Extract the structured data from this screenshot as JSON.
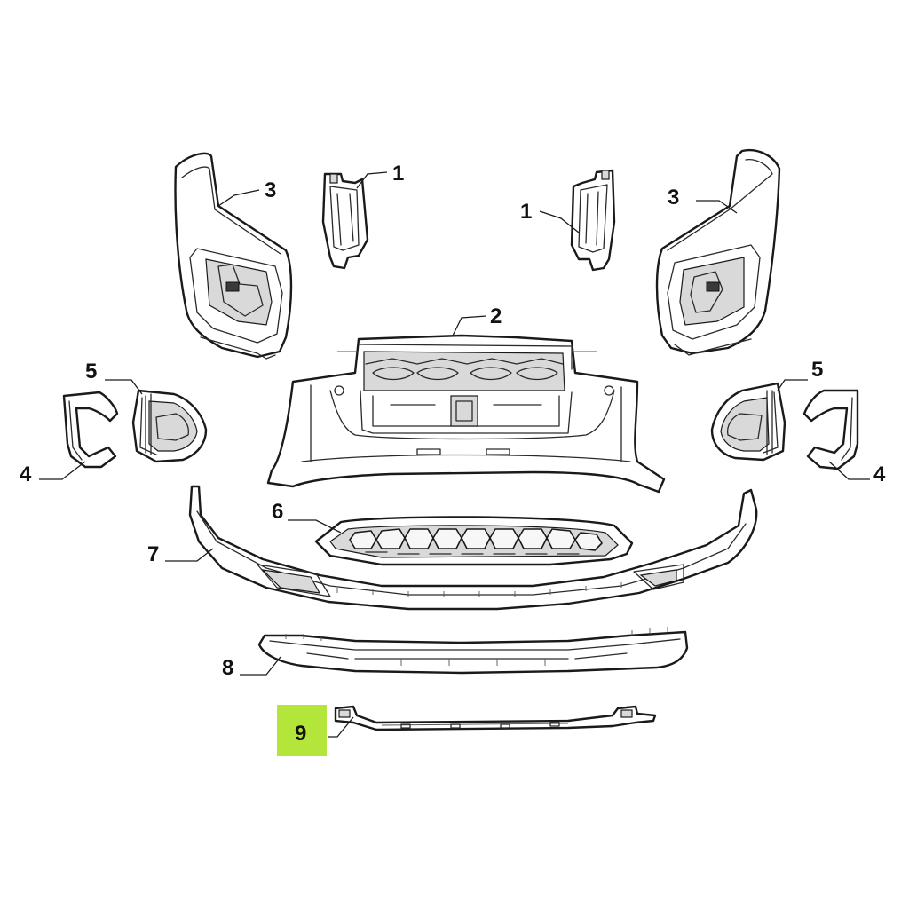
{
  "diagram": {
    "callouts": {
      "c1_left": "1",
      "c1_right": "1",
      "c2": "2",
      "c3_left": "3",
      "c3_right": "3",
      "c4_left": "4",
      "c4_right": "4",
      "c5_left": "5",
      "c5_right": "5",
      "c6": "6",
      "c7": "7",
      "c8": "8",
      "c9": "9"
    },
    "highlight_color": "#b3e53a",
    "highlighted_callout": "9"
  }
}
